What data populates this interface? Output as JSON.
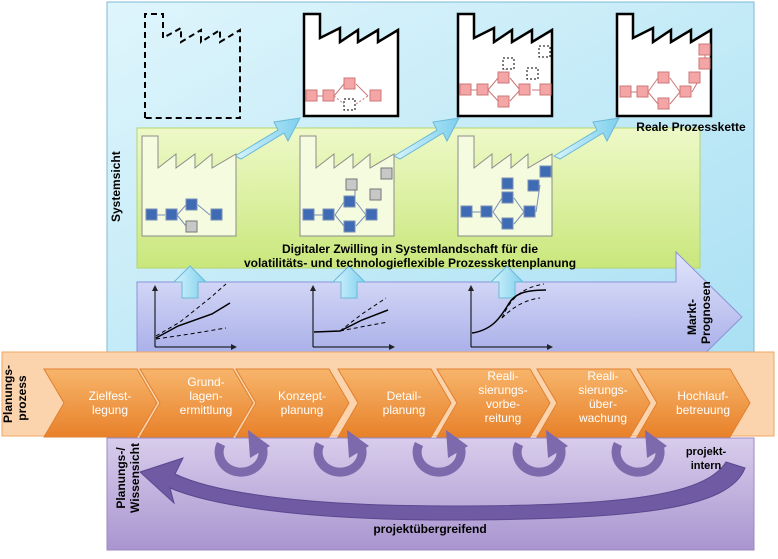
{
  "panels": {
    "system_view": "Systemsicht",
    "planning_process": "Planungs-\nprozess",
    "planning_knowledge_view": "Planungs-/\nWissensicht"
  },
  "labels": {
    "real_chain": "Reale Prozesskette",
    "digital_twin_line1": "Digitaler Zwilling in Systemlandschaft für die",
    "digital_twin_line2": "volatilitäts- und technologieflexible Prozesskettenplanung",
    "market_forecasts": "Markt-\nPrognosen",
    "project_internal": "projekt-\nintern",
    "cross_project": "projektübergreifend"
  },
  "steps": [
    {
      "label": "Zielfest-\nlegung"
    },
    {
      "label": "Grund-\nlagen-\nermittlung"
    },
    {
      "label": "Konzept-\nplanung"
    },
    {
      "label": "Detail-\nplanung"
    },
    {
      "label": "Reali-\nsierungs-\nvorbe-\nreitung"
    },
    {
      "label": "Reali-\nsierungs-\nüber-\nwachung"
    },
    {
      "label": "Hochlauf-\nbetreuung"
    }
  ],
  "colors": {
    "system_bg": "#c6ecf8",
    "twin_bg": "#d9f0a0",
    "forecast_bg": "#c9cdf2",
    "step_fill": "#f39a3e",
    "process_band": "#fbd7b5",
    "knowledge_bg": "#c4b3de",
    "cycle_arrow": "#8c79b4",
    "node_pink": "#f4a6a6",
    "node_blue": "#3f6ab4"
  }
}
